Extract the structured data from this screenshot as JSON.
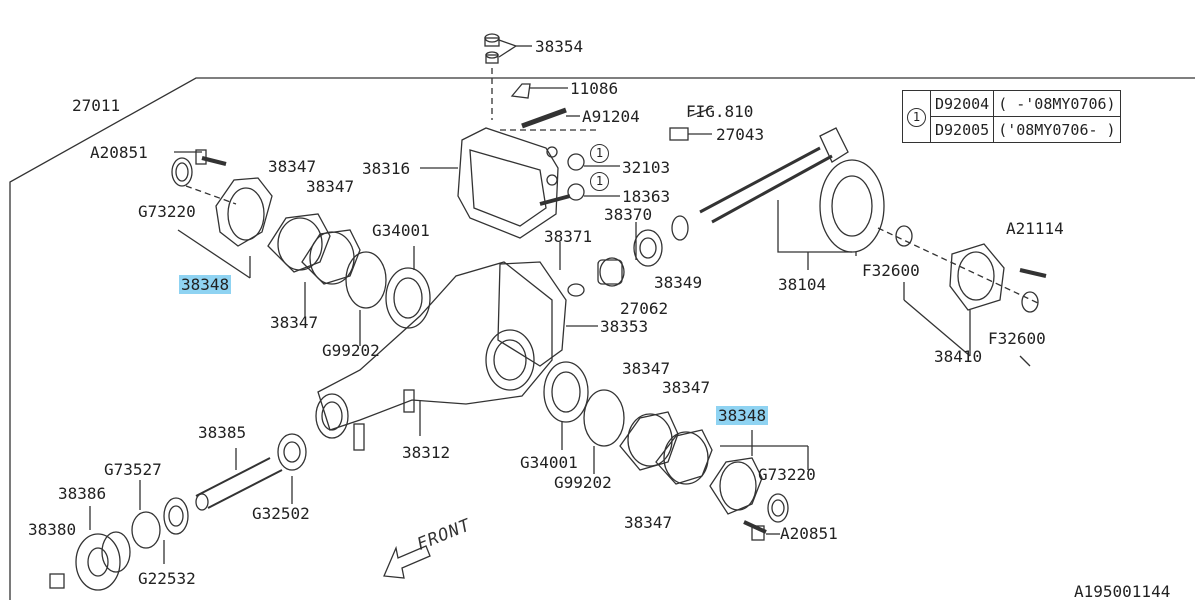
{
  "diagram": {
    "figure_code": "A195001144",
    "front_label": "FRONT",
    "part_labels": {
      "p38354": "38354",
      "p11086": "11086",
      "p27011": "27011",
      "pA91204": "A91204",
      "pFIG810": "FIG.810",
      "pA20851_top": "A20851",
      "p38347_a": "38347",
      "p38347_b": "38347",
      "p38316": "38316",
      "p32103": "32103",
      "p27043": "27043",
      "pG73220_top": "G73220",
      "p18363": "18363",
      "p38370": "38370",
      "pG34001_top": "G34001",
      "p38371": "38371",
      "pA21114": "A21114",
      "p38348_top": "38348",
      "p38349": "38349",
      "p38104": "38104",
      "pF32600_a": "F32600",
      "p27062": "27062",
      "p38347_c": "38347",
      "p38353": "38353",
      "pF32600_b": "F32600",
      "pG99202_top": "G99202",
      "p38410": "38410",
      "p38347_d": "38347",
      "p38347_e": "38347",
      "p38348_bot": "38348",
      "p38385": "38385",
      "p38312": "38312",
      "pG73527": "G73527",
      "pG34001_bot": "G34001",
      "pG73220_bot": "G73220",
      "p38386": "38386",
      "pG99202_bot": "G99202",
      "pG32502": "G32502",
      "p38380": "38380",
      "p38347_f": "38347",
      "pA20851_bot": "A20851",
      "pG22532": "G22532"
    },
    "callout_marker": "1",
    "legend": {
      "marker": "1",
      "rows": [
        {
          "code": "D92004",
          "range": "( -'08MY0706)"
        },
        {
          "code": "D92005",
          "range": "('08MY0706- )"
        }
      ]
    },
    "highlight_color": "#8fd3f2"
  }
}
